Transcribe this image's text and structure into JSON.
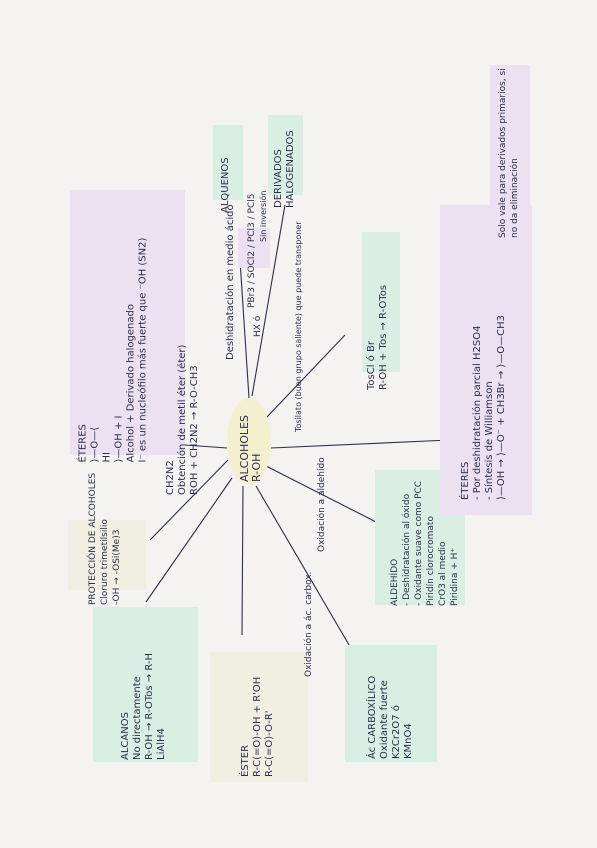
{
  "colors": {
    "green": "#d9efe3",
    "lilac": "#ebe1f0",
    "cream": "#f1eee2",
    "ink": "#2a2f4a"
  },
  "center": {
    "line1": "ALCOHOLES",
    "line2": "R-OH"
  },
  "eteres_left": {
    "title": "ÉTERES",
    "formula": "⟩—O—⟨",
    "reagent": "HI",
    "products": "⟩—OH + I",
    "n1": "Alcohol + Derivado halogenado",
    "n2": "I⁻ es un nucleófilo más fuerte que ⁻OH (SN2)"
  },
  "diazo": {
    "reagent": "CH2N2",
    "l1": "Obtención de metil éter (éter)",
    "l2": "ROH + CH2N2 → R-O-CH3"
  },
  "alquenos": {
    "label": "ALQUENOS",
    "cond": "Deshidratación en medio ácido"
  },
  "derivados": {
    "l1": "DERIVADOS",
    "l2": "HALOGENADOS",
    "reagents": "PBr3 / SOCl2 / PCl3 / PCl5",
    "hx": "HX ó",
    "sin": "Sin inversión"
  },
  "tos": {
    "reagent": "TosCl ó Br",
    "eq": "R-OH + Tos → R-OTos",
    "note": "Tosilato (buen grupo saliente) que puede transponer"
  },
  "proteccion": {
    "title": "PROTECCIÓN DE ALCOHOLES",
    "l1": "Cloruro trimetilsilio",
    "l2": "-OH → -OSi(Me)3"
  },
  "alcanos": {
    "title": "ALCANOS",
    "l1": "No directamente",
    "l2": "R-OH → R-OTos → R-H",
    "l3": "LiAlH4"
  },
  "ester": {
    "title": "ÉSTER",
    "l1": "R-C(=O)-OH + R'OH",
    "l2": "R-C(=O)-O-R'"
  },
  "carboxilico": {
    "title": "Ác CARBOXÍLICO",
    "l1": "Oxidante fuerte",
    "l2": "K2Cr2O7 ó",
    "l3": "KMnO4",
    "cond": "Oxidación a ác. carbox."
  },
  "aldehido": {
    "title": "ALDEHÍDO",
    "l1": "- Deshidratación al óxido",
    "l2": "- Oxidante suave como PCC",
    "l3": "Piridín clorocromato",
    "l4": "CrO3 al medio",
    "l5": "Piridina + H⁺",
    "cond": "Oxidación a aldehído"
  },
  "eteres_right": {
    "title": "ÉTERES",
    "l1": "- Por deshidratación parcial H2SO4",
    "l2": "- Síntesis de Williamson",
    "l3": "⟩—OH → ⟩—O⁻ + CH3Br → ⟩—O—CH3",
    "note": "Solo vale para derivados primarios, si no da eliminación"
  }
}
